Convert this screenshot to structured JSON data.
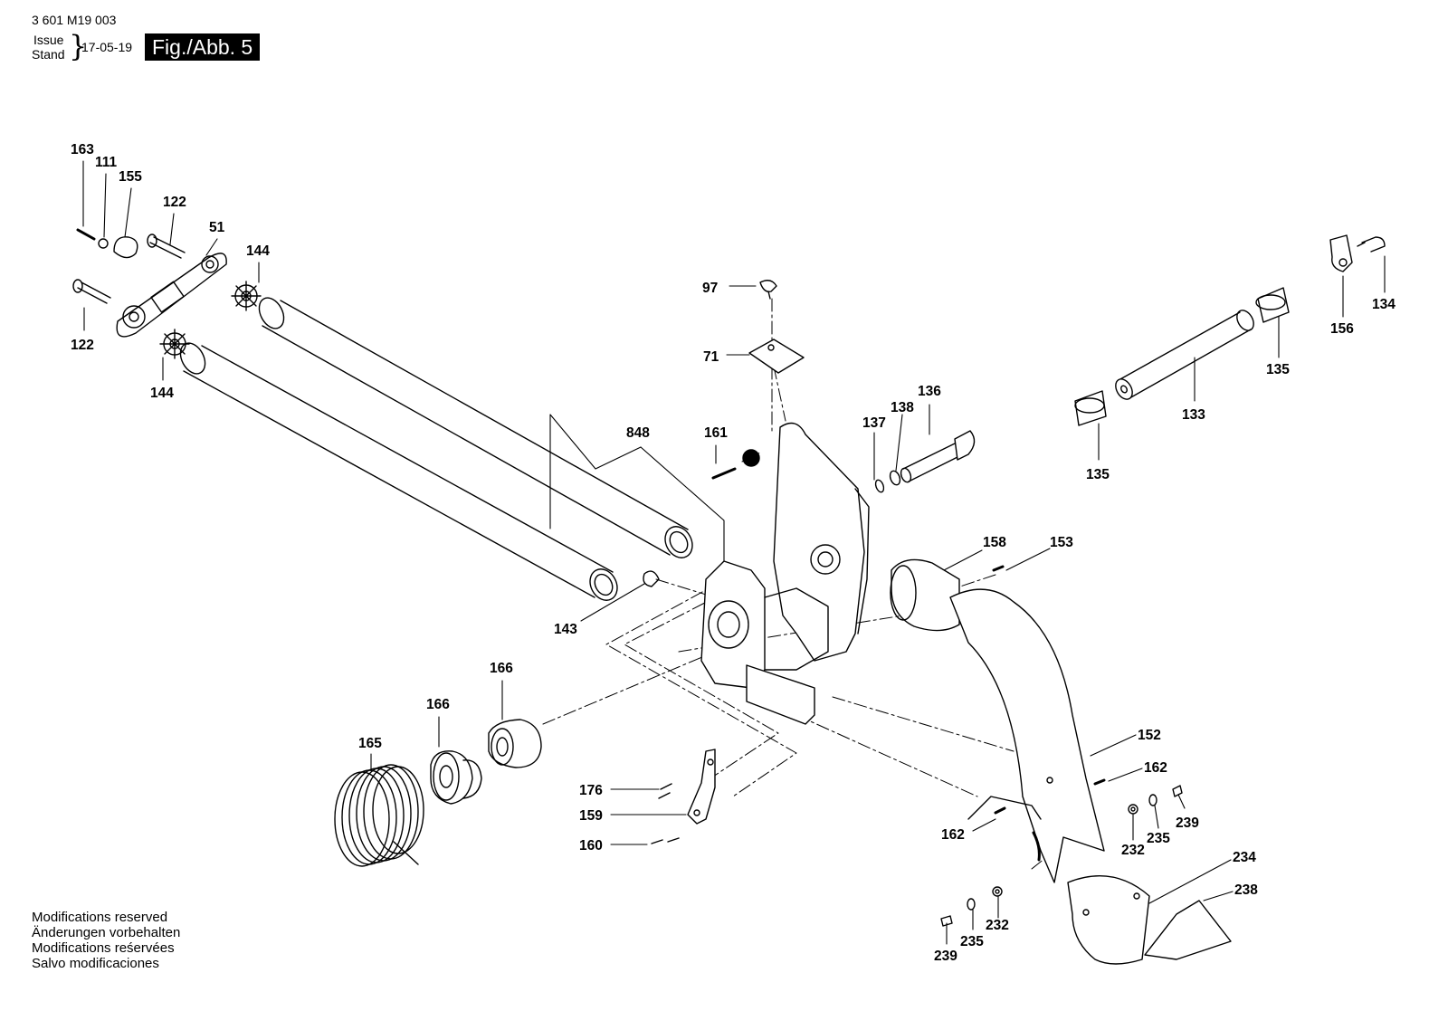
{
  "header": {
    "doc_number": "3 601 M19 003",
    "issue_label": "Issue",
    "stand_label": "Stand",
    "issue_date": "17-05-19",
    "figure_title": "Fig./Abb. 5"
  },
  "modifications": {
    "en": "Modifications reserved",
    "de": "Änderungen vorbehalten",
    "fr": "Modifications reśervées",
    "es": "Salvo modificaciones"
  },
  "callouts": [
    {
      "id": "l163",
      "text": "163"
    },
    {
      "id": "l111",
      "text": "111"
    },
    {
      "id": "l155",
      "text": "155"
    },
    {
      "id": "l122a",
      "text": "122"
    },
    {
      "id": "l51",
      "text": "51"
    },
    {
      "id": "l144a",
      "text": "144"
    },
    {
      "id": "l122b",
      "text": "122"
    },
    {
      "id": "l144b",
      "text": "144"
    },
    {
      "id": "l97",
      "text": "97"
    },
    {
      "id": "l71",
      "text": "71"
    },
    {
      "id": "l848",
      "text": "848"
    },
    {
      "id": "l161",
      "text": "161"
    },
    {
      "id": "l137",
      "text": "137"
    },
    {
      "id": "l138",
      "text": "138"
    },
    {
      "id": "l136",
      "text": "136"
    },
    {
      "id": "l143",
      "text": "143"
    },
    {
      "id": "l158",
      "text": "158"
    },
    {
      "id": "l153",
      "text": "153"
    },
    {
      "id": "l156",
      "text": "156"
    },
    {
      "id": "l134",
      "text": "134"
    },
    {
      "id": "l135a",
      "text": "135"
    },
    {
      "id": "l133",
      "text": "133"
    },
    {
      "id": "l135b",
      "text": "135"
    },
    {
      "id": "l166a",
      "text": "166"
    },
    {
      "id": "l166b",
      "text": "166"
    },
    {
      "id": "l165",
      "text": "165"
    },
    {
      "id": "l176",
      "text": "176"
    },
    {
      "id": "l159",
      "text": "159"
    },
    {
      "id": "l160",
      "text": "160"
    },
    {
      "id": "l152",
      "text": "152"
    },
    {
      "id": "l162a",
      "text": "162"
    },
    {
      "id": "l162b",
      "text": "162"
    },
    {
      "id": "l232a",
      "text": "232"
    },
    {
      "id": "l235a",
      "text": "235"
    },
    {
      "id": "l239a",
      "text": "239"
    },
    {
      "id": "l234",
      "text": "234"
    },
    {
      "id": "l238",
      "text": "238"
    },
    {
      "id": "l239b",
      "text": "239"
    },
    {
      "id": "l235b",
      "text": "235"
    },
    {
      "id": "l232b",
      "text": "232"
    }
  ]
}
